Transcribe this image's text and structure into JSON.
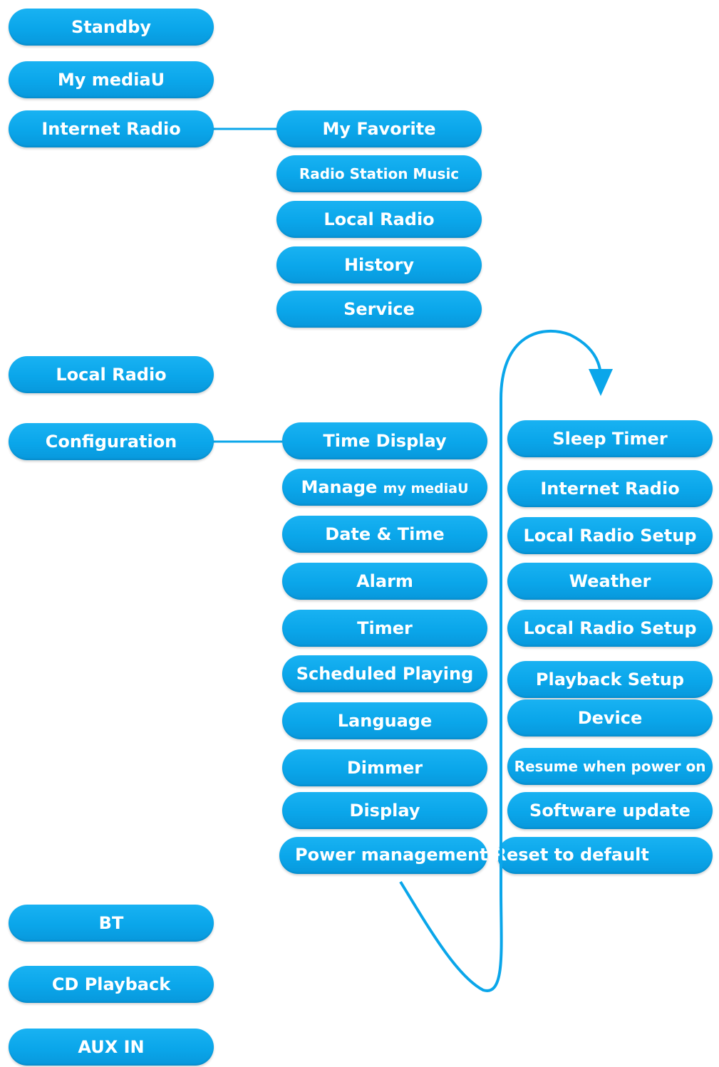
{
  "main_menu": [
    {
      "label": "Standby"
    },
    {
      "label": "My mediaU"
    },
    {
      "label": "Internet Radio"
    },
    {
      "label": "Local Radio"
    },
    {
      "label": "Configuration"
    },
    {
      "label": "BT"
    },
    {
      "label": "CD Playback"
    },
    {
      "label": "AUX IN"
    }
  ],
  "internet_radio_submenu": [
    {
      "label": "My Favorite"
    },
    {
      "label": "Radio Station Music"
    },
    {
      "label": "Local Radio"
    },
    {
      "label": "History"
    },
    {
      "label": "Service"
    }
  ],
  "configuration_submenu_col1": [
    {
      "label": "Time Display"
    },
    {
      "label": "Manage",
      "label_small": "my mediaU"
    },
    {
      "label": "Date & Time"
    },
    {
      "label": "Alarm"
    },
    {
      "label": "Timer"
    },
    {
      "label": "Scheduled Playing"
    },
    {
      "label": "Language"
    },
    {
      "label": "Dimmer"
    },
    {
      "label": "Display"
    }
  ],
  "configuration_submenu_col2": [
    {
      "label": "Sleep Timer"
    },
    {
      "label": "Internet Radio"
    },
    {
      "label": "Local Radio Setup"
    },
    {
      "label": "Weather"
    },
    {
      "label": "Local Radio Setup"
    },
    {
      "label": "Playback Setup"
    },
    {
      "label": "Device"
    },
    {
      "label": "Resume when power on"
    },
    {
      "label": "Software update"
    }
  ],
  "configuration_last_row": {
    "left": "Power management",
    "right": "Reset to default"
  },
  "colors": {
    "pill": "#0aa6ea",
    "connector": "#0aa6ea",
    "text": "#ffffff"
  }
}
